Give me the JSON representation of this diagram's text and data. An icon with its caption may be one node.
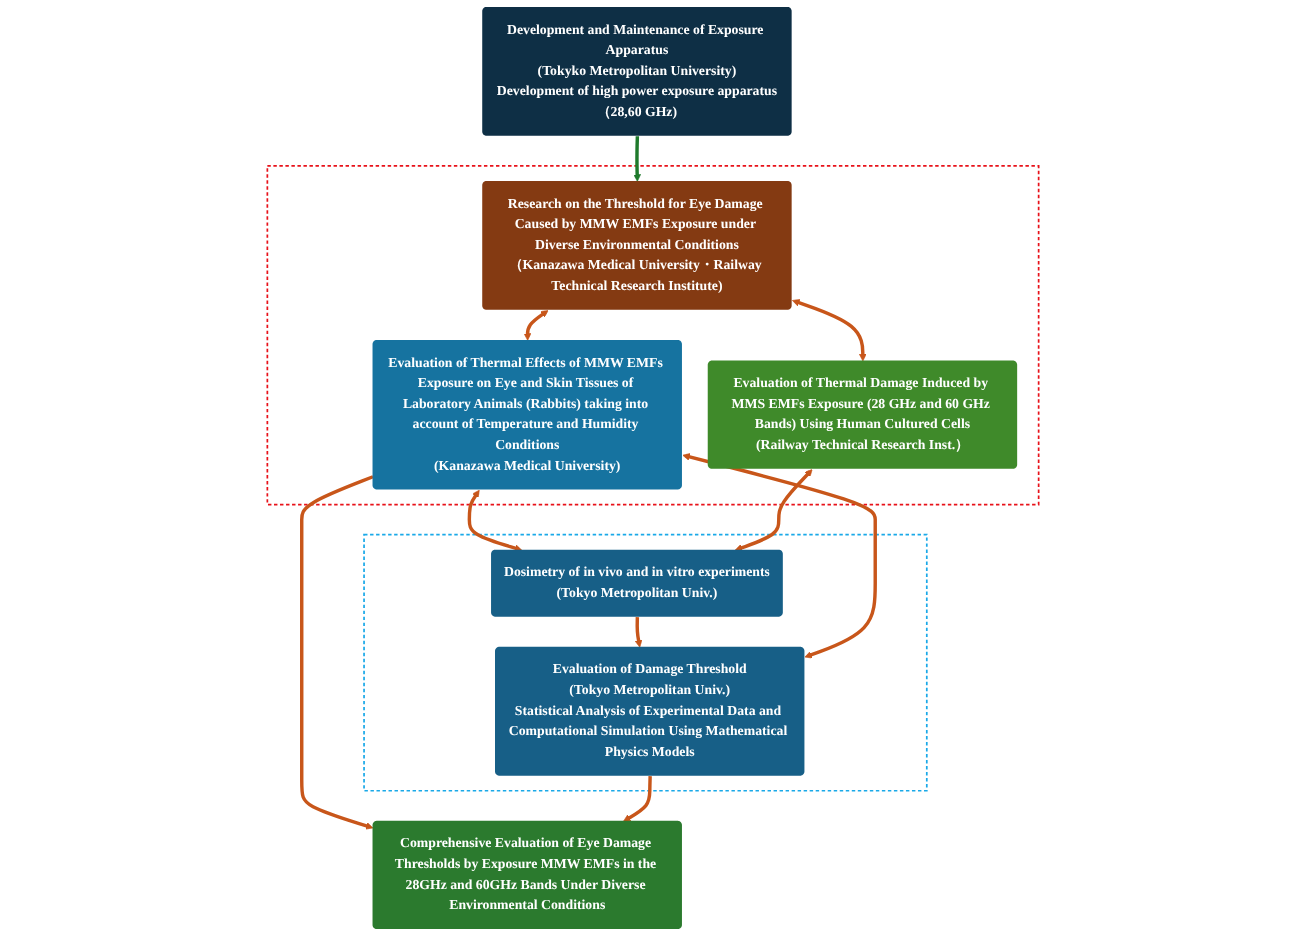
{
  "diagram": {
    "nodes": [
      {
        "text": [
          "Development and Maintenance of Exposure Apparatus",
          "(Tokyko Metropolitan University)",
          "Development of high power exposure apparatus（28,60 GHz)"
        ]
      },
      {
        "text": [],
        "shape": "box"
      },
      {
        "text": [
          "Research on the Threshold for Eye Damage Caused by MMW EMFs Exposure under Diverse Environmental Conditions",
          "（Kanazawa Medical University・Railway Technical Research Institute)"
        ],
        "in": 1
      },
      {
        "text": [
          "Evaluation of Thermal Effects of MMW EMFs Exposure on Eye and Skin Tissues of Laboratory Animals (Rabbits) taking into account of Temperature and Humidity Conditions",
          "(Kanazawa Medical University)"
        ],
        "in": 1
      },
      {
        "text": [
          "Evaluation of Thermal Damage Induced by MMS EMFs Exposure (28 GHz and 60 GHz Bands) Using Human Cultured Cells",
          "(Railway Technical Research Inst.）"
        ],
        "in": 1
      },
      {
        "text": [],
        "shape": "box"
      },
      {
        "text": [
          "Dosimetry of in vivo and in vitro experiments",
          "(Tokyo Metropolitan Univ.)"
        ],
        "in": 5
      },
      {
        "text": [
          "Evaluation of Damage Threshold",
          "(Tokyo Metropolitan Univ.)",
          "Statistical Analysis of Experimental Data and Computational Simulation Using Mathematical Physics Models"
        ],
        "in": 5
      },
      {
        "text": [
          "Comprehensive Evaluation of Eye Damage Thresholds by Exposure MMW EMFs in the 28GHz and 60GHz Bands Under Diverse Environmental Conditions"
        ]
      }
    ],
    "edges": [
      {
        "from": 0,
        "to": 2,
        "arrow": "to",
        "color": "#1f7a2c"
      },
      {
        "from": 2,
        "to": 3,
        "arrow": "both"
      },
      {
        "from": 2,
        "to": 4,
        "arrow": "both"
      },
      {
        "from": 3,
        "to": 6,
        "arrow": "both"
      },
      {
        "from": 4,
        "to": 6,
        "arrow": "both"
      },
      {
        "from": 6,
        "to": 7,
        "arrow": "to"
      },
      {
        "from": 3,
        "to": 7,
        "arrow": "both"
      },
      {
        "from": 3,
        "to": 8,
        "arrow": "to"
      },
      {
        "from": 7,
        "to": 8,
        "arrow": "to"
      }
    ]
  }
}
